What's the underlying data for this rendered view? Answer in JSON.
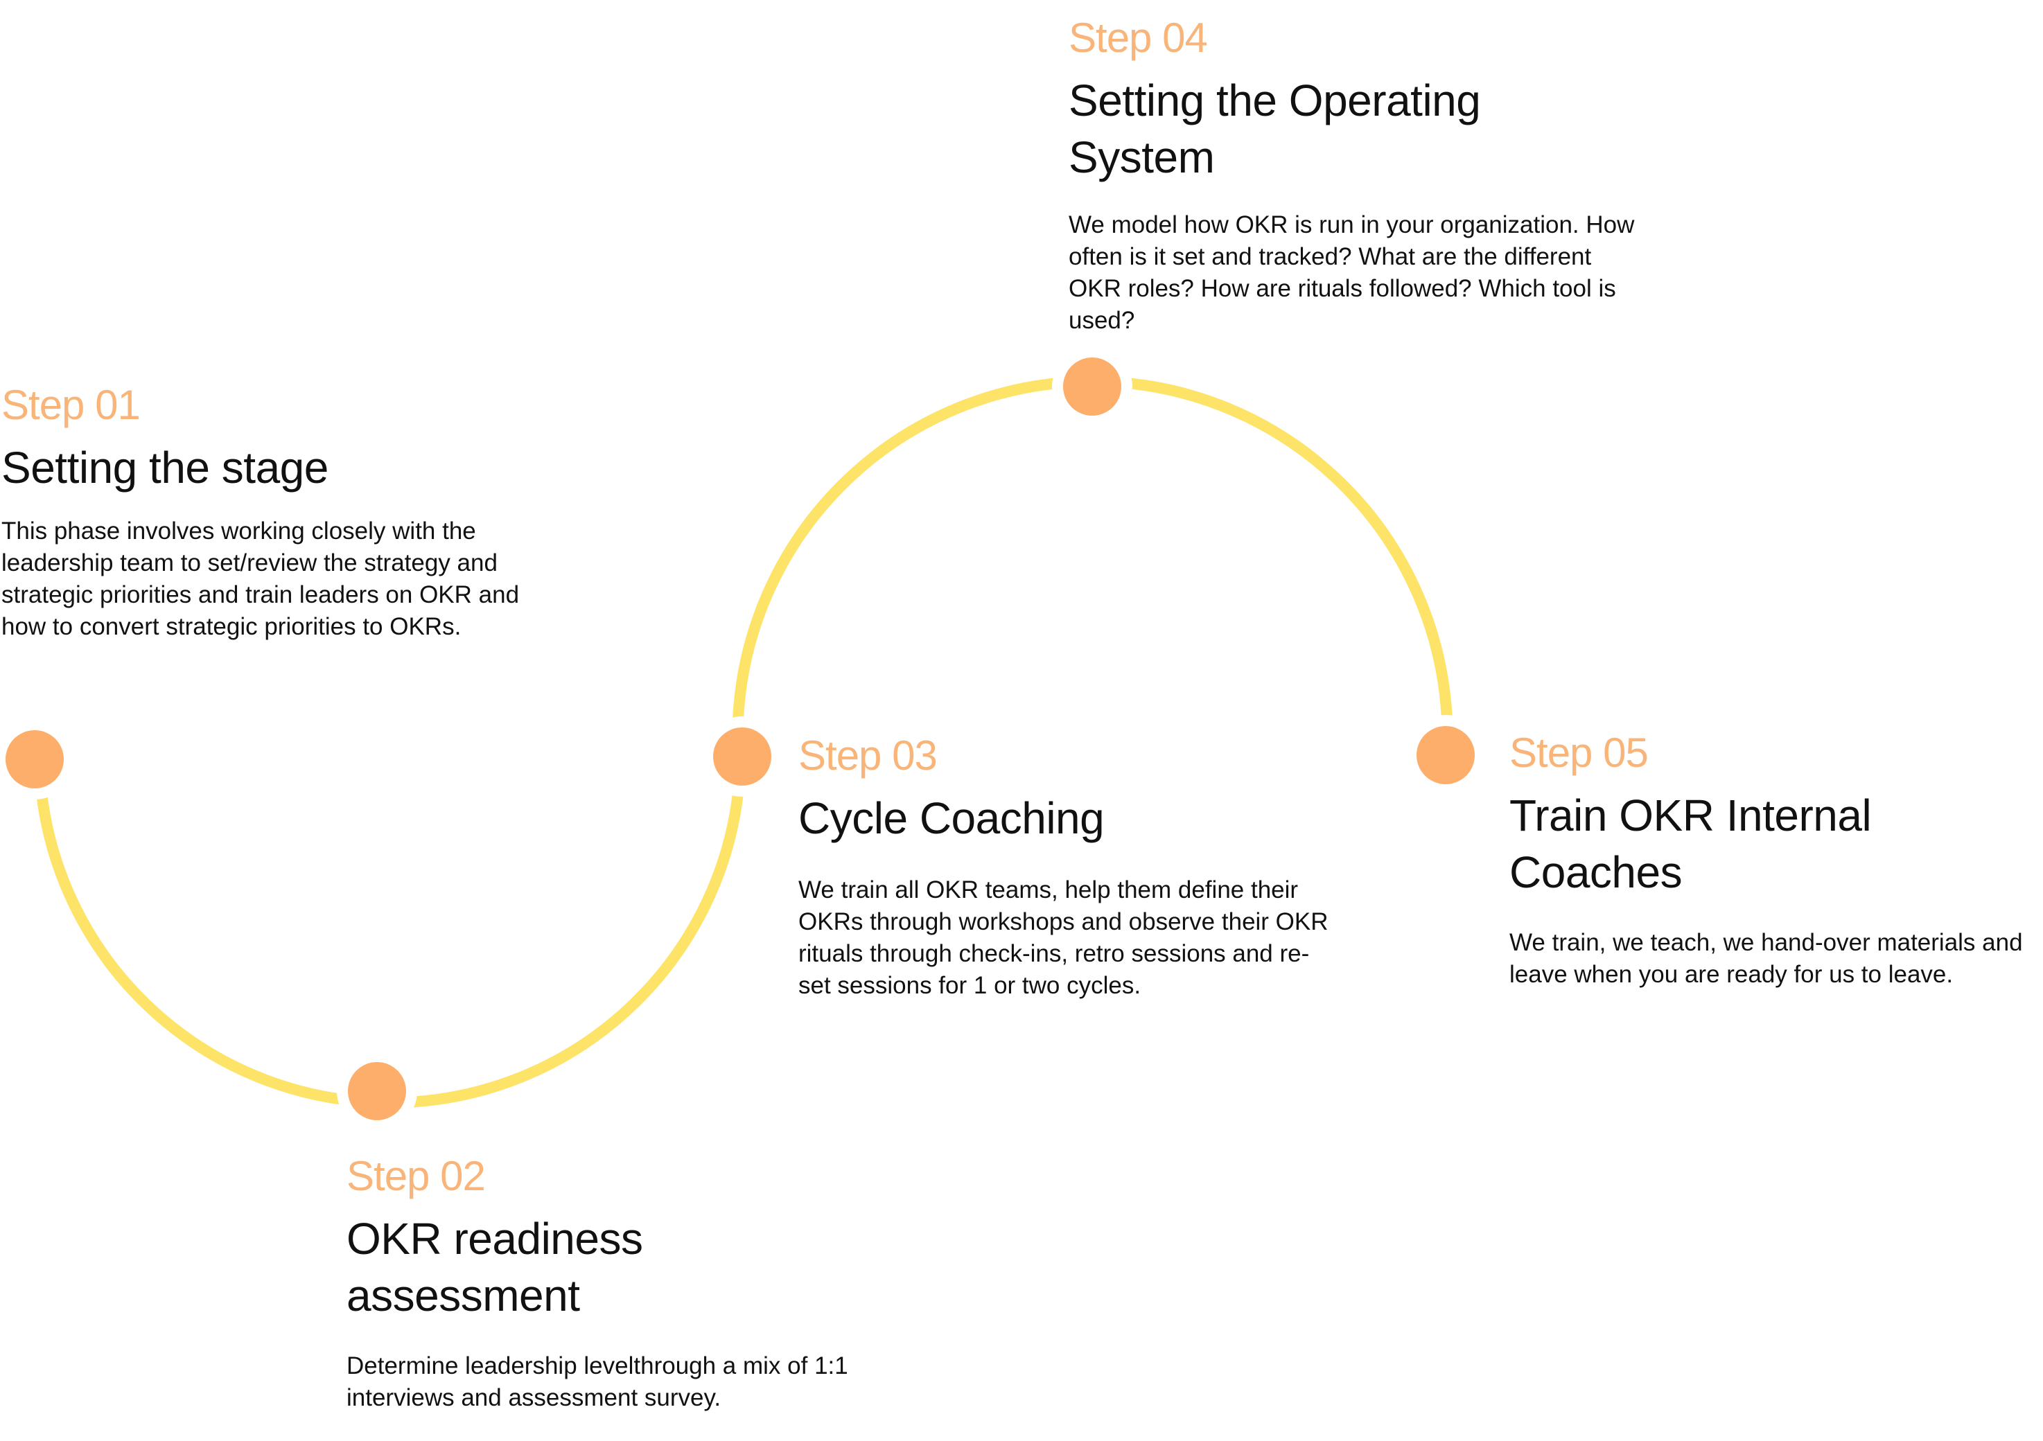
{
  "colors": {
    "accent_orange": "#F9B579",
    "node_fill": "#FDAE6B",
    "path_yellow": "#FDE468",
    "text_dark": "#111111"
  },
  "steps": [
    {
      "number": "Step 01",
      "title": "Setting the stage",
      "description": "This phase involves working closely with the leadership team to set/review the strategy and strategic priorities and train leaders on OKR and how to convert strategic priorities to OKRs."
    },
    {
      "number": "Step 02",
      "title": "OKR readiness assessment",
      "description": "Determine leadership levelthrough a mix of 1:1 interviews and assessment survey."
    },
    {
      "number": "Step 03",
      "title": "Cycle Coaching",
      "description": "We train all OKR teams, help them define their OKRs through workshops and observe their OKR rituals through check-ins, retro sessions and re-set sessions for 1 or two cycles."
    },
    {
      "number": "Step 04",
      "title": "Setting the Operating System",
      "description": "We model how OKR is run in your organization. How often is it set and tracked? What are the different OKR roles? How are rituals followed? Which tool is used?"
    },
    {
      "number": "Step 05",
      "title": "Train OKR Internal Coaches",
      "description": "We train, we teach, we hand-over materials and leave when you are ready for us to leave."
    }
  ]
}
